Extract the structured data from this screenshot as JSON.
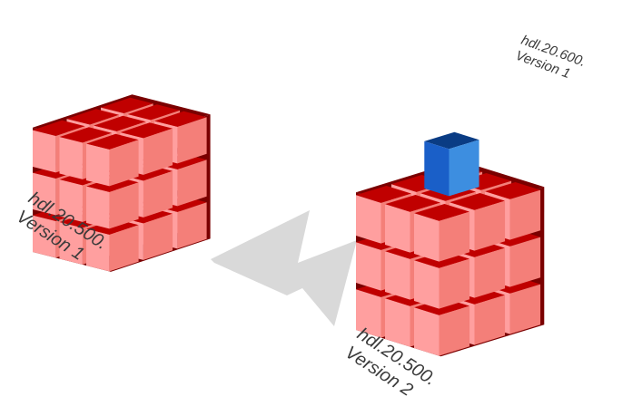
{
  "colors": {
    "top": "#c00000",
    "front": "#ff9f9f",
    "side": "#f47f79",
    "gap": "#7a0000",
    "arrow": "#d9d9d9",
    "new_top": "#0a3c84",
    "new_front": "#1a5fc8",
    "new_side": "#3d8ee0"
  },
  "left_cube": {
    "label_line1": "hdl.20.500.",
    "label_line2": "Version 1"
  },
  "right_cube": {
    "label_line1": "hdl.20.500.",
    "label_line2": "Version 2"
  },
  "new_block": {
    "label_line1": "hdl.20.600.",
    "label_line2": "Version 1"
  },
  "arrow": {
    "icon": "arrow-right-icon"
  }
}
